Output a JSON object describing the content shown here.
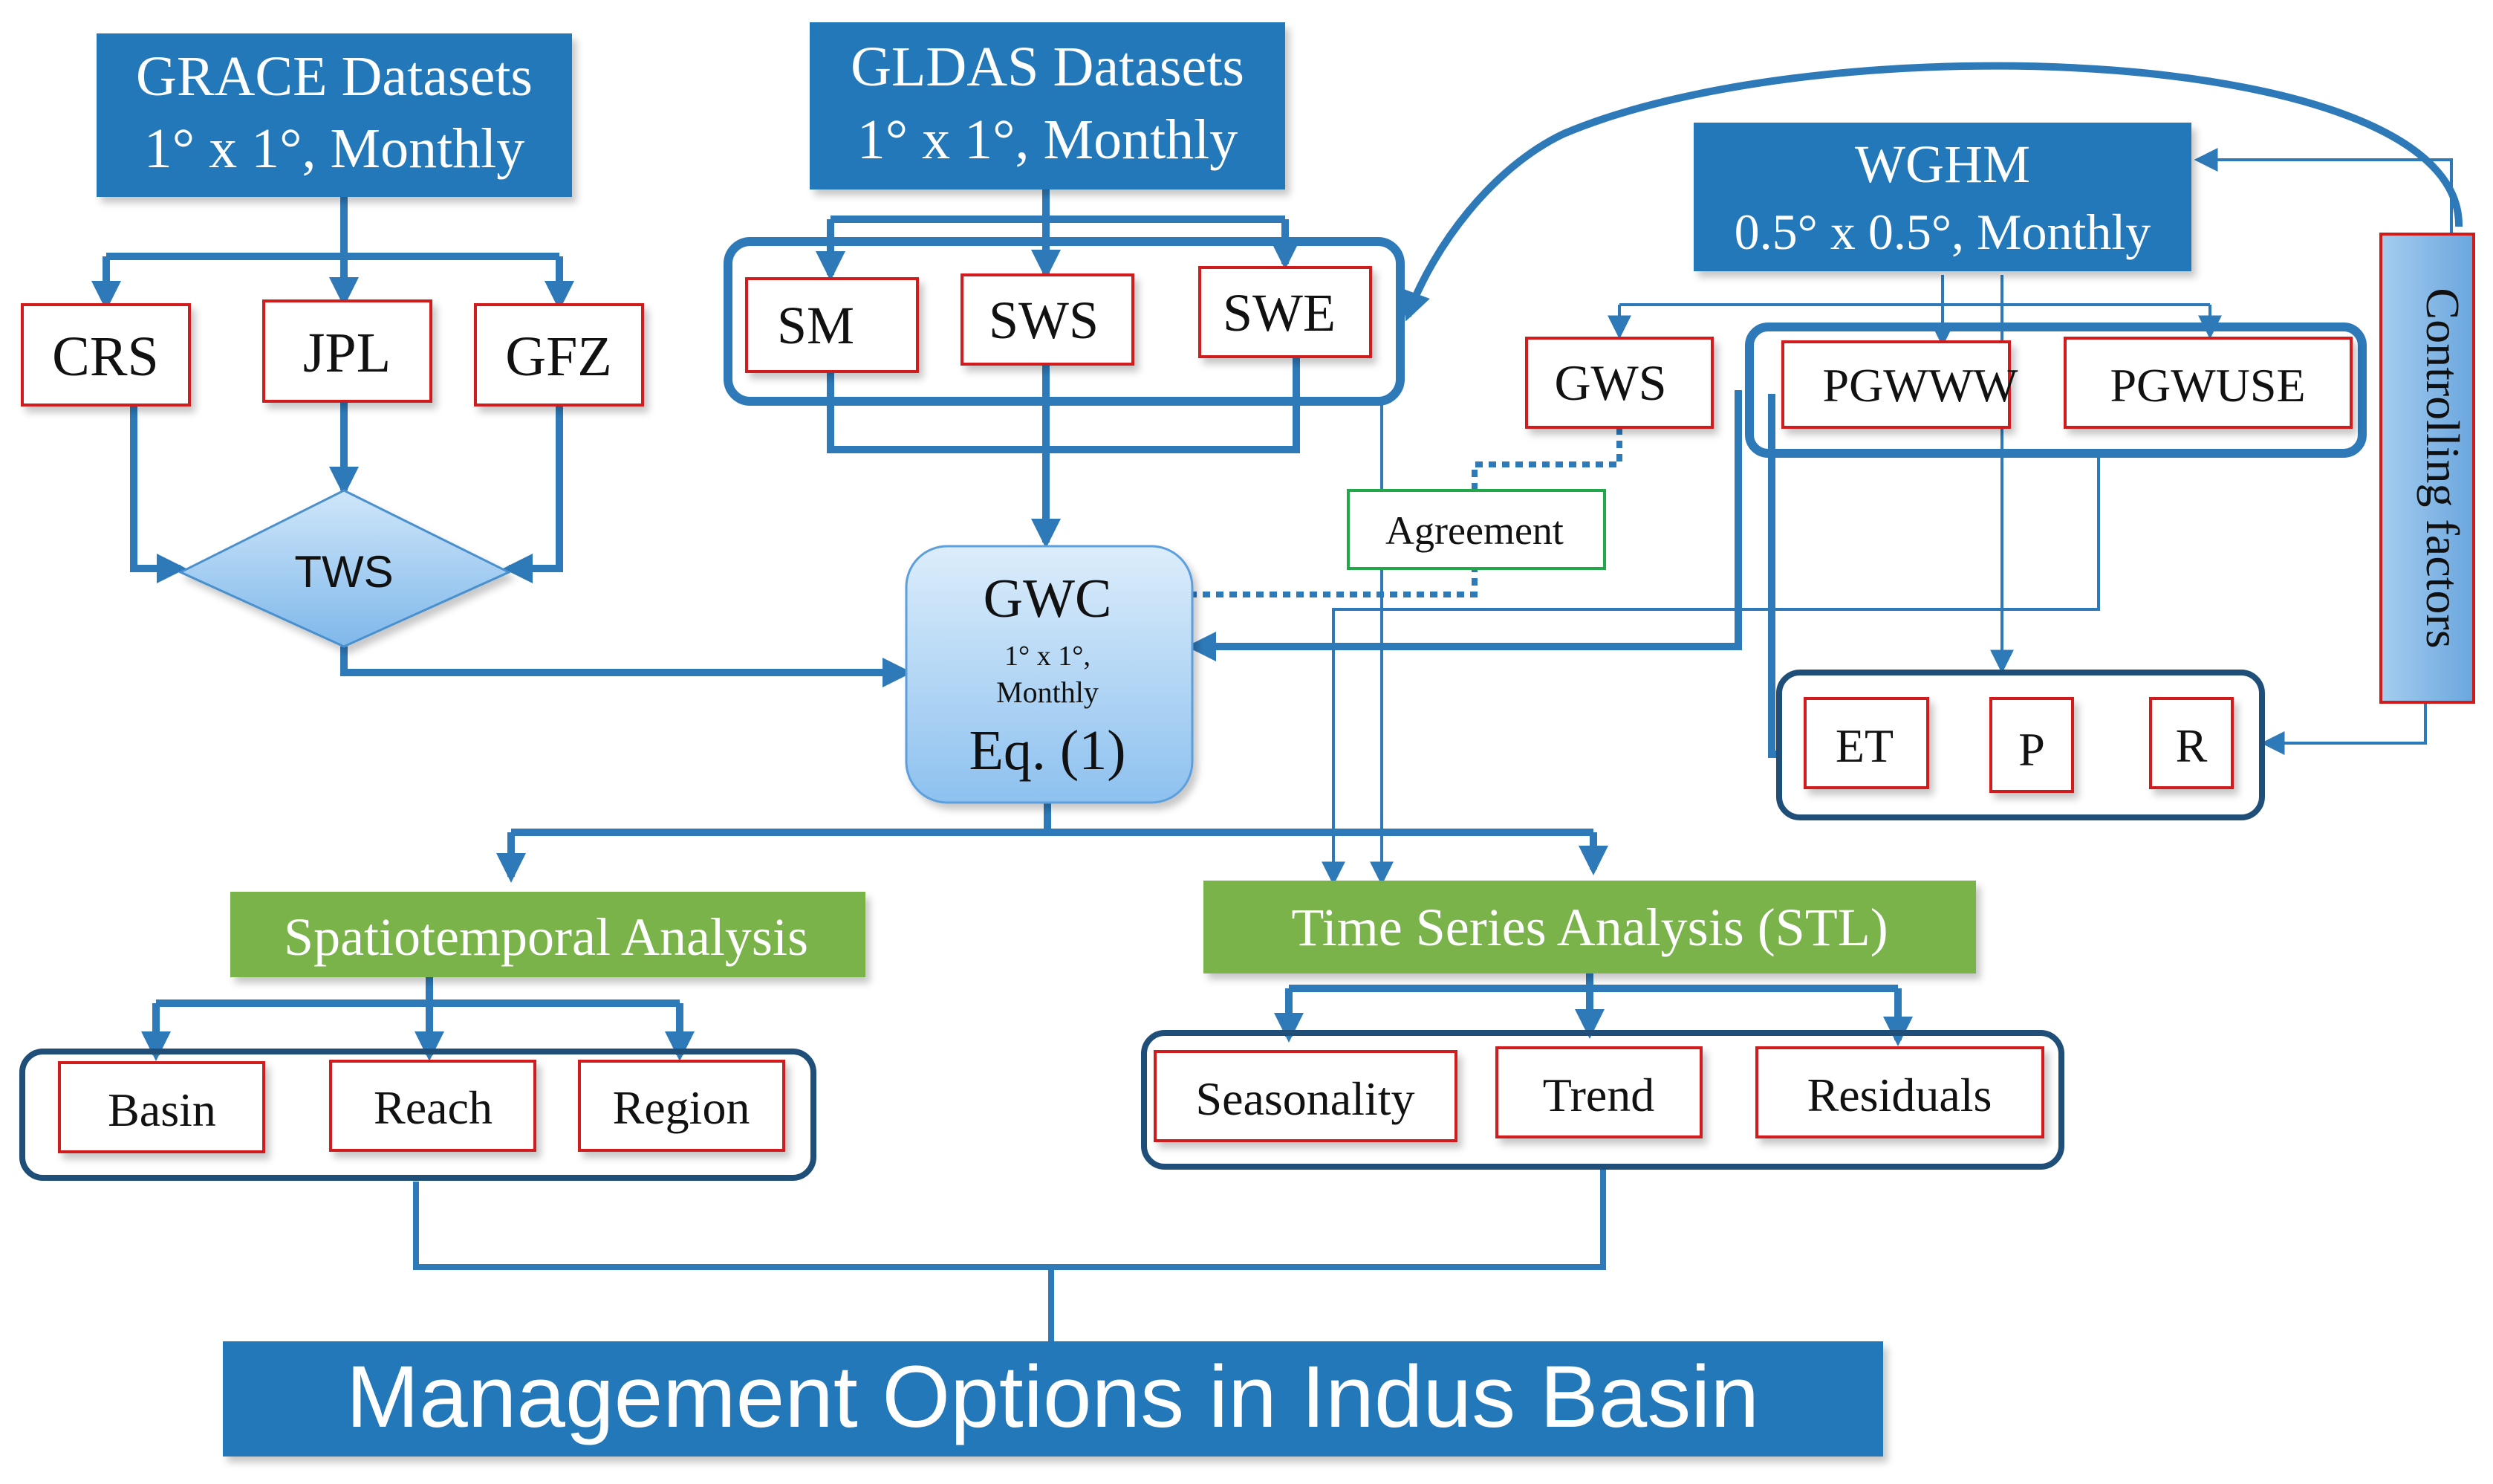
{
  "colors": {
    "blue_fill": "#2278b8",
    "arrow_blue": "#2e7ab9",
    "group_border": "#1f4e79",
    "red_border": "#d01b1b",
    "green_fill": "#7ab34a",
    "green_border": "#22a84a",
    "gwc_fill_top": "#d6eafa",
    "gwc_fill_bottom": "#8cc0ee"
  },
  "icons": {
    "arrows": "arrow-head",
    "tws_shape": "diamond",
    "gwc_shape": "rounded-rectangle"
  },
  "grace": {
    "title": "GRACE Datasets",
    "subtitle": "1° x 1°, Monthly"
  },
  "gldas": {
    "title": "GLDAS Datasets",
    "subtitle": "1° x 1°, Monthly"
  },
  "wghm": {
    "title": "WGHM",
    "subtitle": "0.5° x 0.5°, Monthly"
  },
  "grace_products": [
    "CRS",
    "JPL",
    "GFZ"
  ],
  "gldas_products": [
    "SM",
    "SWS",
    "SWE"
  ],
  "gws": "GWS",
  "wghm_products": [
    "PGWWW",
    "PGWUSE"
  ],
  "tws": "TWS",
  "gwc": {
    "title": "GWC",
    "res": "1° x 1°,",
    "freq": "Monthly",
    "eq": "Eq. (1)"
  },
  "agreement": "Agreement",
  "controlling": "Controlling factors",
  "factors": [
    "ET",
    "P",
    "R"
  ],
  "spatio": {
    "title": "Spatiotemporal Analysis",
    "items": [
      "Basin",
      "Reach",
      "Region"
    ]
  },
  "timeseries": {
    "title": "Time Series Analysis (STL)",
    "items": [
      "Seasonality",
      "Trend",
      "Residuals"
    ]
  },
  "management": "Management Options in Indus Basin"
}
